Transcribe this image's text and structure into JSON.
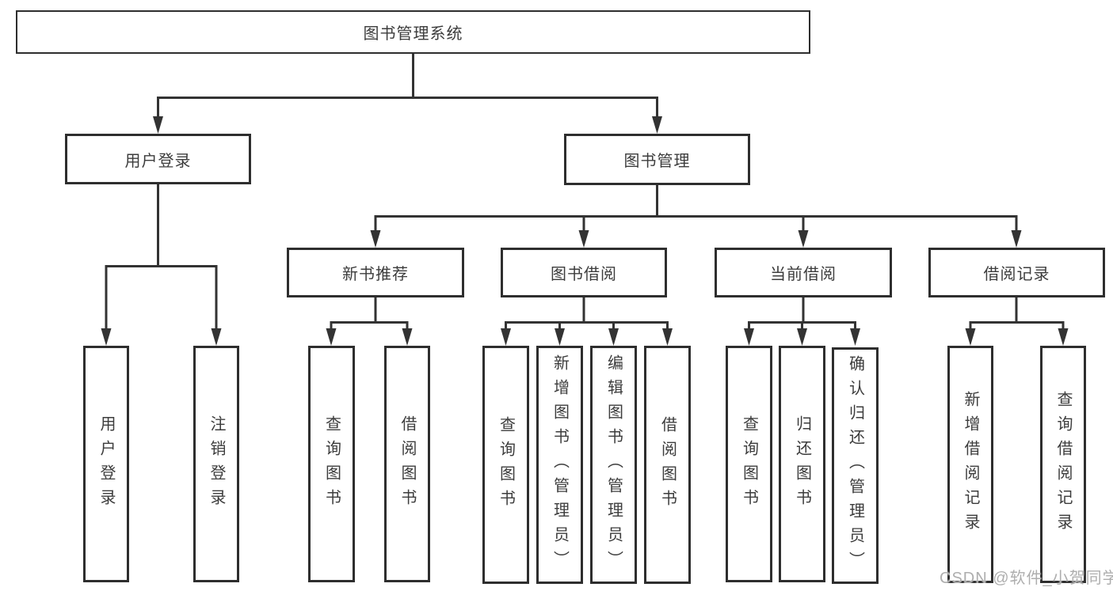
{
  "diagram": {
    "root": {
      "label": "图书管理系统"
    },
    "level2": [
      {
        "label": "用户登录"
      },
      {
        "label": "图书管理"
      }
    ],
    "level3": [
      {
        "label": "新书推荐"
      },
      {
        "label": "图书借阅"
      },
      {
        "label": "当前借阅"
      },
      {
        "label": "借阅记录"
      }
    ],
    "leaves": {
      "user_login": [
        "用户登录",
        "注销登录"
      ],
      "new_book": [
        "查询图书",
        "借阅图书"
      ],
      "book_borrow": [
        "查询图书",
        "新增图书（管理员）",
        "编辑图书（管理员）",
        "借阅图书"
      ],
      "current_borrow": [
        "查询图书",
        "归还图书",
        "确认归还（管理员）"
      ],
      "borrow_records": [
        "新增借阅记录",
        "查询借阅记录"
      ]
    },
    "line_color": "#333333"
  },
  "watermark": "CSDN @软件_小贺同学"
}
